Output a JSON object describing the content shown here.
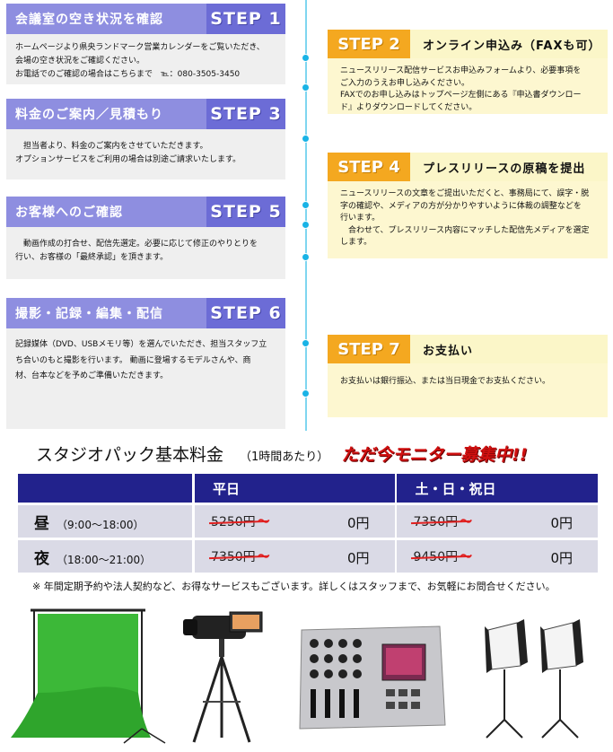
{
  "steps_left": [
    {
      "tag": "STEP 1",
      "title": "会議室の空き状況を確認",
      "lines": [
        "ホームページより県央ランドマーク営業カレンダーをご覧いただき、",
        "会場の空き状況をご確認ください。",
        "お電話でのご確認の場合はこちらまで　℡：080-3505-3450"
      ]
    },
    {
      "tag": "STEP 3",
      "title": "料金のご案内／見積もり",
      "lines": [
        "　担当者より、料金のご案内をさせていただきます。",
        "オプションサービスをご利用の場合は別途ご請求いたします。"
      ]
    },
    {
      "tag": "STEP 5",
      "title": "お客様へのご確認",
      "lines": [
        "　動画作成の打合せ、配信先選定。必要に応じて修正のやりとりを",
        "行い、お客様の「最終承認」を頂きます。"
      ]
    },
    {
      "tag": "STEP 6",
      "title": "撮影・記録・編集・配信",
      "lines": [
        "記録媒体（DVD、USBメモリ等）を選んでいただき、担当スタッフ立",
        "ち合いのもと撮影を行います。 動画に登場するモデルさんや、商",
        "材、台本などを予めご準備いただきます。"
      ]
    }
  ],
  "steps_right": [
    {
      "tag": "STEP 2",
      "title": "オンライン申込み（FAXも可）",
      "lines": [
        "ニュースリリース配信サービスお申込みフォームより、必要事項を",
        "ご入力のうえお申し込みください。",
        "FAXでのお申し込みはトップページ左側にある『申込書ダウンロー",
        "ド』よりダウンロードしてください。"
      ]
    },
    {
      "tag": "STEP 4",
      "title": "プレスリリースの原稿を提出",
      "lines": [
        "ニュースリリースの文章をご提出いただくと、事務局にて、誤字・脱",
        "字の確認や、メディアの方が分かりやすいように体裁の調整などを",
        "行います。",
        "　合わせて、プレスリリース内容にマッチした配信先メディアを選定",
        "します。"
      ]
    },
    {
      "tag": "STEP 7",
      "title": "お支払い",
      "lines": [
        "お支払いは銀行振込、または当日現金でお支払ください。"
      ]
    }
  ],
  "pricing": {
    "title": "スタジオパック基本料金",
    "subtitle": "（1時間あたり）",
    "promo": "ただ今モニター募集中!!",
    "col_weekday": "平日",
    "col_holiday": "土・日・祝日",
    "rows": [
      {
        "label": "昼",
        "time": "（9:00～18:00）",
        "weekday_old": "5250円",
        "weekday_new": "0円",
        "holiday_old": "7350円",
        "holiday_new": "0円"
      },
      {
        "label": "夜",
        "time": "（18:00～21:00）",
        "weekday_old": "7350円",
        "weekday_new": "0円",
        "holiday_old": "9450円",
        "holiday_new": "0円"
      }
    ],
    "arrow": "～",
    "footnote": "※ 年間定期予約や法人契約など、お得なサービスもございます。詳しくはスタッフまで、お気軽にお問合せください。"
  },
  "equipment": [
    "green-screen",
    "video-camera-on-tripod",
    "video-mixer",
    "softbox-lights"
  ]
}
